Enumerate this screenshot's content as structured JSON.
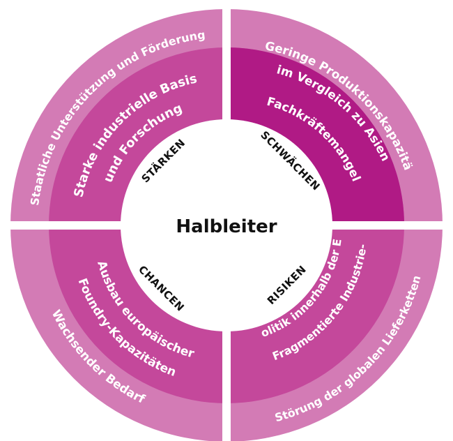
{
  "center": {
    "title": "Halbleiter"
  },
  "quadrants": [
    {
      "key": "staerken",
      "label": "STÄRKEN",
      "inner": [
        "Starke industrielle Basis",
        "und Forschung"
      ],
      "outer": "Staatliche Unterstützung und Förderung"
    },
    {
      "key": "schwaechen",
      "label": "SCHWÄCHEN",
      "inner": [
        "Fachkräftemangel"
      ],
      "outer": [
        "Geringe Produktionskapazität",
        "im Vergleich zu Asien"
      ]
    },
    {
      "key": "chancen",
      "label": "CHANCEN",
      "inner": [
        "Ausbau europäischer",
        "Foundry-Kapazitäten"
      ],
      "outer": "Wachsender Bedarf"
    },
    {
      "key": "risiken",
      "label": "RISIKEN",
      "inner": [
        "Fragmentierte Industrie-",
        "politik innerhalb der EU"
      ],
      "outer": "Störung der globalen Lieferketten"
    }
  ],
  "colors": {
    "outer_ring": "#d37bb5",
    "inner_ring": "#c4489b",
    "highlight_ring": "#b01a85",
    "center": "#ffffff",
    "gap": "#ffffff",
    "text": "#ffffff",
    "label_text": "#111111"
  }
}
